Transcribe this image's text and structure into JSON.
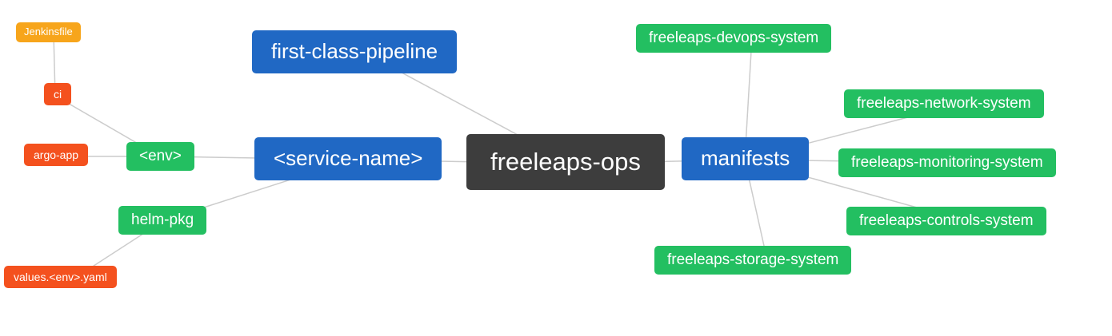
{
  "diagram": {
    "type": "mindmap",
    "colors": {
      "root": "#3d3d3d",
      "branch": "#2068c4",
      "leaf_green": "#23bf61",
      "leaf_red": "#f4511e",
      "leaf_amber": "#f7a51b",
      "connector": "#cccccc",
      "text": "#ffffff",
      "background": "#ffffff"
    },
    "nodes": [
      {
        "id": "jenkinsfile",
        "label": "Jenkinsfile",
        "color": "#f7a51b"
      },
      {
        "id": "ci",
        "label": "ci",
        "color": "#f4511e"
      },
      {
        "id": "argo-app",
        "label": "argo-app",
        "color": "#f4511e"
      },
      {
        "id": "env",
        "label": "<env>",
        "color": "#23bf61"
      },
      {
        "id": "helm-pkg",
        "label": "helm-pkg",
        "color": "#23bf61"
      },
      {
        "id": "values-env-yaml",
        "label": "values.<env>.yaml",
        "color": "#f4511e"
      },
      {
        "id": "first-class-pipeline",
        "label": "first-class-pipeline",
        "color": "#2068c4"
      },
      {
        "id": "service-name",
        "label": "<service-name>",
        "color": "#2068c4"
      },
      {
        "id": "freeleaps-ops",
        "label": "freeleaps-ops",
        "color": "#3d3d3d"
      },
      {
        "id": "manifests",
        "label": "manifests",
        "color": "#2068c4"
      },
      {
        "id": "devops-system",
        "label": "freeleaps-devops-system",
        "color": "#23bf61"
      },
      {
        "id": "network-system",
        "label": "freeleaps-network-system",
        "color": "#23bf61"
      },
      {
        "id": "monitoring-system",
        "label": "freeleaps-monitoring-system",
        "color": "#23bf61"
      },
      {
        "id": "controls-system",
        "label": "freeleaps-controls-system",
        "color": "#23bf61"
      },
      {
        "id": "storage-system",
        "label": "freeleaps-storage-system",
        "color": "#23bf61"
      }
    ],
    "edges": [
      [
        "Jenkinsfile",
        "ci"
      ],
      [
        "ci",
        "<env>"
      ],
      [
        "argo-app",
        "<env>"
      ],
      [
        "<env>",
        "<service-name>"
      ],
      [
        "helm-pkg",
        "<service-name>"
      ],
      [
        "values.<env>.yaml",
        "helm-pkg"
      ],
      [
        "first-class-pipeline",
        "freeleaps-ops"
      ],
      [
        "<service-name>",
        "freeleaps-ops"
      ],
      [
        "freeleaps-ops",
        "manifests"
      ],
      [
        "manifests",
        "freeleaps-devops-system"
      ],
      [
        "manifests",
        "freeleaps-network-system"
      ],
      [
        "manifests",
        "freeleaps-monitoring-system"
      ],
      [
        "manifests",
        "freeleaps-controls-system"
      ],
      [
        "manifests",
        "freeleaps-storage-system"
      ]
    ]
  }
}
